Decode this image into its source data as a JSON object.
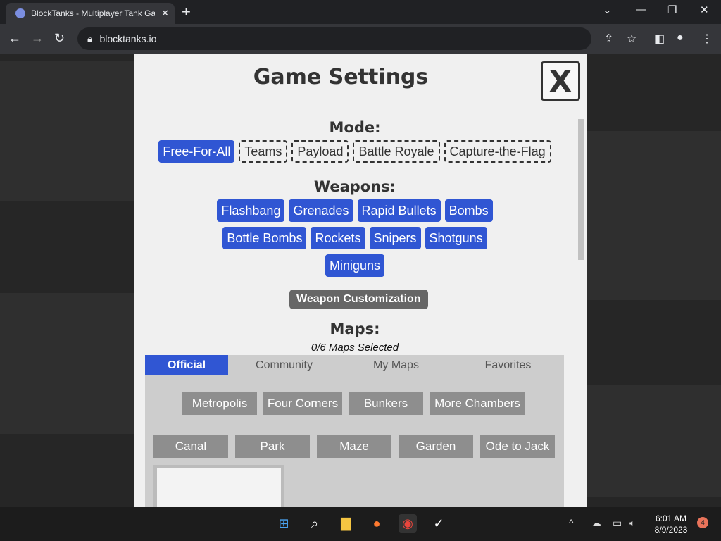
{
  "browser": {
    "tab_title": "BlockTanks - Multiplayer Tank Game",
    "url": "blocktanks.io"
  },
  "panel": {
    "title": "Game Settings",
    "close_label": "X",
    "mode_heading": "Mode:",
    "modes": [
      {
        "label": "Free-For-All",
        "selected": true
      },
      {
        "label": "Teams",
        "selected": false
      },
      {
        "label": "Payload",
        "selected": false
      },
      {
        "label": "Battle Royale",
        "selected": false
      },
      {
        "label": "Capture-the-Flag",
        "selected": false
      }
    ],
    "weapons_heading": "Weapons:",
    "weapons": [
      "Flashbang",
      "Grenades",
      "Rapid Bullets",
      "Bombs",
      "Bottle Bombs",
      "Rockets",
      "Snipers",
      "Shotguns",
      "Miniguns"
    ],
    "weapon_customization": "Weapon Customization",
    "maps_heading": "Maps:",
    "maps_selected": "0/6 Maps Selected",
    "map_tabs": [
      "Official",
      "Community",
      "My Maps",
      "Favorites"
    ],
    "maps_row1": [
      "Metropolis",
      "Four Corners",
      "Bunkers",
      "More Chambers"
    ],
    "maps_row2": [
      "Canal",
      "Park",
      "Maze",
      "Garden",
      "Ode to Jack"
    ]
  },
  "taskbar": {
    "time": "6:01 AM",
    "date": "8/9/2023",
    "notifications": "4"
  },
  "colors": {
    "accent": "#3056d3",
    "panel_bg": "#f0f0f0"
  }
}
